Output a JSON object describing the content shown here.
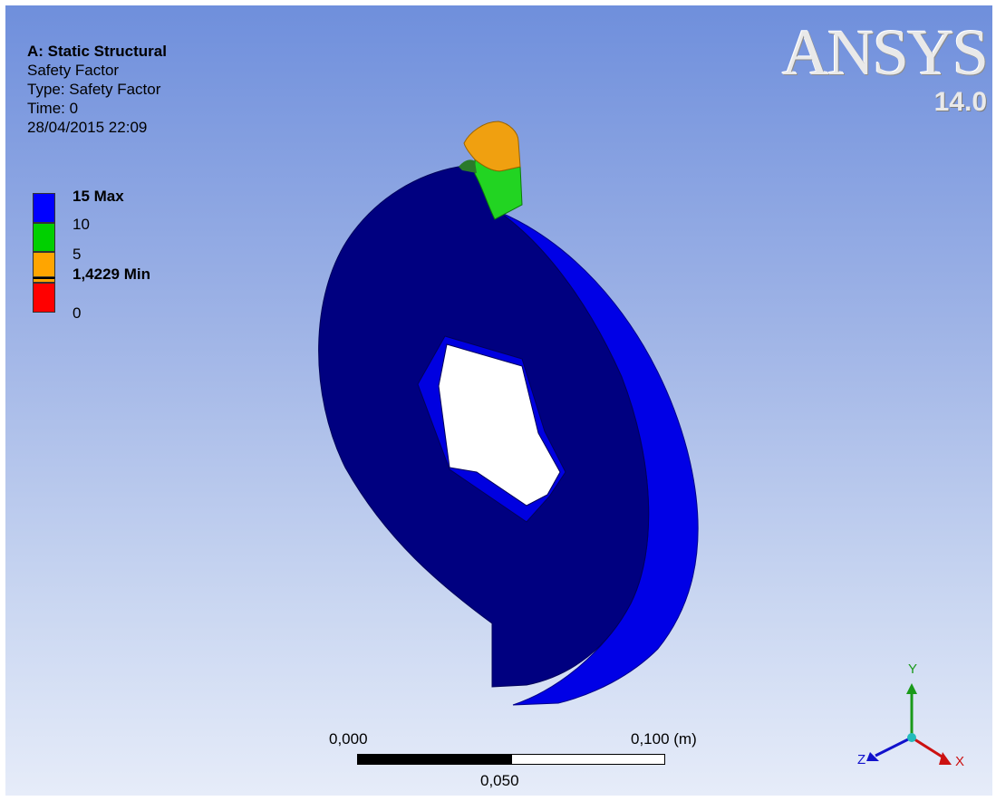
{
  "info": {
    "analysis": "A: Static Structural",
    "result_name": "Safety Factor",
    "type": "Type: Safety Factor",
    "time": "Time: 0",
    "timestamp": "28/04/2015 22:09"
  },
  "legend": {
    "max_label": "15 Max",
    "ticks": [
      "10",
      "5",
      "0"
    ],
    "min_label": "1,4229 Min",
    "colors": [
      "#0000ff",
      "#00d000",
      "#ffa500",
      "#ff0000"
    ]
  },
  "logo": {
    "brand": "ANSYS",
    "version": "14.0"
  },
  "scale_bar": {
    "start": "0,000",
    "mid": "0,050",
    "end": "0,100 (m)"
  },
  "triad": {
    "x": "X",
    "y": "Y",
    "z": "Z"
  }
}
